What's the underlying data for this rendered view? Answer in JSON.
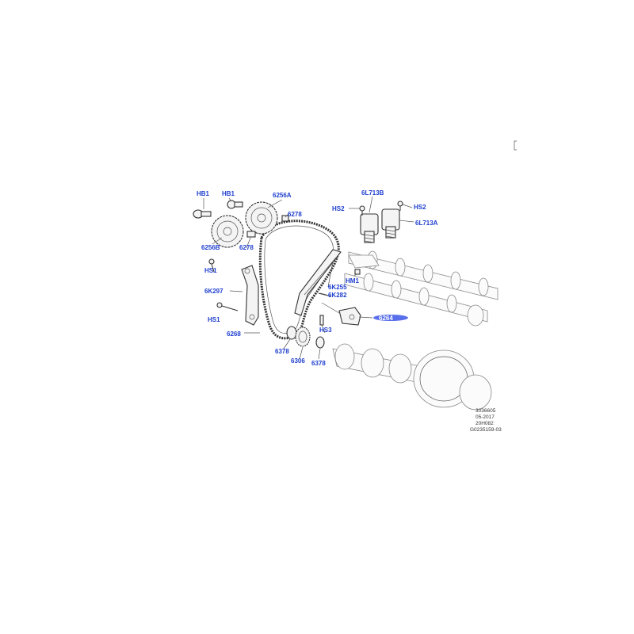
{
  "colors": {
    "label": "#1f3fd0",
    "highlight": "#3b55e6",
    "line": "#333333"
  },
  "labels": {
    "hb1_left": "HB1",
    "hb1_right": "HB1",
    "p6256a": "6256A",
    "p6278_top": "6278",
    "p6256b": "6256B",
    "p6278_mid": "6278",
    "hs1_top": "HS1",
    "p6k297": "6K297",
    "hs1_bottom": "HS1",
    "p6268": "6268",
    "p6378_left": "6378",
    "p6306": "6306",
    "p6378_right": "6378",
    "hs3": "HS3",
    "p6l713b": "6L713B",
    "hs2_left": "HS2",
    "hs2_right": "HS2",
    "p6l713a": "6L713A",
    "hm1": "HM1",
    "p6k255": "6K255",
    "p6k282": "6K282",
    "p6264": "6264"
  },
  "reference": {
    "line1": "3036605",
    "line2": "05-2017",
    "line3": "20H082",
    "line4": "G0235159-03"
  }
}
